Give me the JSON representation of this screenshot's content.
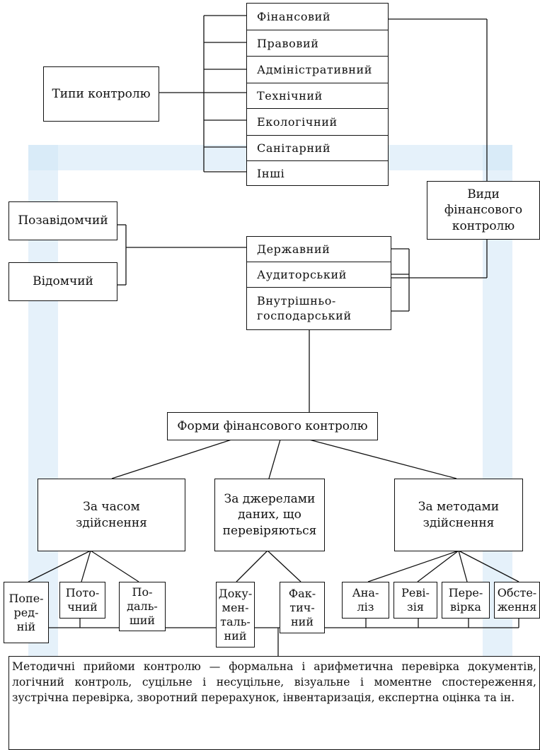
{
  "control_types": {
    "title": "Типи контролю",
    "items": [
      "Фінансовий",
      "Правовий",
      "Адміністративний",
      "Технічний",
      "Екологічний",
      "Санітарний",
      "Інші"
    ]
  },
  "financial_control_kinds": {
    "title": "Види\nфінансового\nконтролю",
    "items": [
      "Державний",
      "Аудиторський",
      "Внутрішньо-\nгосподарський"
    ]
  },
  "state_subtypes": [
    "Позавідомчий",
    "Відомчий"
  ],
  "forms": {
    "title": "Форми фінансового контролю",
    "groups": [
      {
        "label": "За часом\nздійснення",
        "items": [
          "Попе-\nред-\nній",
          "Пото-\nчний",
          "По-\nдаль-\nший"
        ]
      },
      {
        "label": "За джерелами\nданих, що\nперевіряються",
        "items": [
          "Доку-\nмен-\nталь-\nний",
          "Фак-\nтич-\nний"
        ]
      },
      {
        "label": "За методами\nздійснення",
        "items": [
          "Ана-\nліз",
          "Реві-\nзія",
          "Пере-\nвірка",
          "Обсте-\nження"
        ]
      }
    ]
  },
  "methods_note": "Методичні прийоми контролю — формальна і арифметична перевірка документів, логічний контроль, суцільне і несуцільне, візуальне і моментне спостереження, зустрічна перевірка, зворотний перерахунок, інвентаризація, експертна оцінка та ін.",
  "watermark_color": "#cfe6f5"
}
